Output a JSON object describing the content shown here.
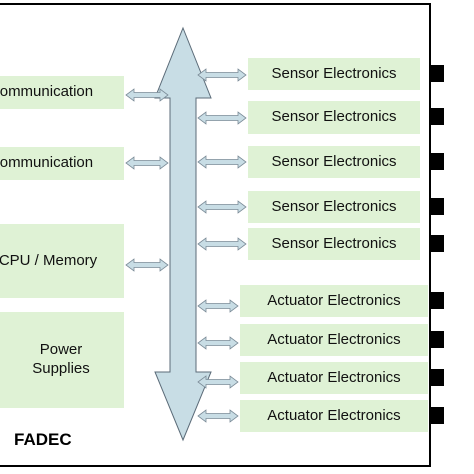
{
  "diagram": {
    "title": "FADEC",
    "left_blocks": [
      {
        "label": "Communication"
      },
      {
        "label": "Communication"
      },
      {
        "label": "CPU / Memory"
      },
      {
        "label": "Power Supplies"
      }
    ],
    "right_blocks": [
      {
        "label": "Sensor Electronics"
      },
      {
        "label": "Sensor Electronics"
      },
      {
        "label": "Sensor Electronics"
      },
      {
        "label": "Sensor Electronics"
      },
      {
        "label": "Sensor Electronics"
      },
      {
        "label": "Actuator Electronics"
      },
      {
        "label": "Actuator Electronics"
      },
      {
        "label": "Actuator Electronics"
      },
      {
        "label": "Actuator Electronics"
      }
    ],
    "colors": {
      "box_fill": "#dff2d5",
      "bus_fill": "#c8dde5",
      "arrow_fill": "#c8dde5",
      "frame": "#000000",
      "connector": "#000000"
    }
  }
}
